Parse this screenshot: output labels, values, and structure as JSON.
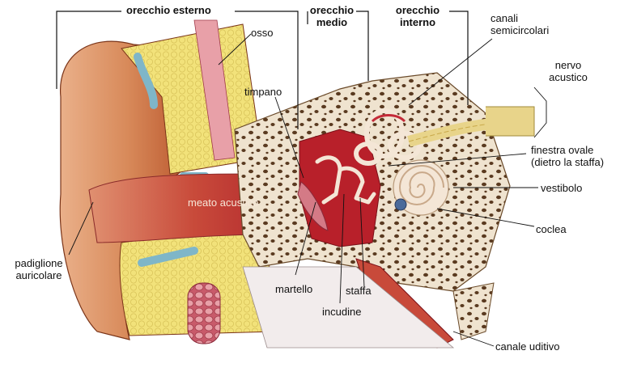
{
  "headers": {
    "outer_ear": "orecchio esterno",
    "middle_ear_line1": "orecchio",
    "middle_ear_line2": "medio",
    "inner_ear_line1": "orecchio",
    "inner_ear_line2": "interno"
  },
  "labels": {
    "bone": "osso",
    "eardrum": "timpano",
    "ear_canal": "meato acustico",
    "pinna_line1": "padiglione",
    "pinna_line2": "auricolare",
    "hammer": "martello",
    "anvil": "incudine",
    "stirrup": "staffa",
    "semicircular_line1": "canali",
    "semicircular_line2": "semicircolari",
    "nerve_line1": "nervo",
    "nerve_line2": "acustico",
    "oval_window_line1": "finestra ovale",
    "oval_window_line2": "(dietro la staffa)",
    "vestibule": "vestibolo",
    "cochlea": "coclea",
    "eustachian_tube": "canale uditivo"
  },
  "colors": {
    "skin": "#d88a5a",
    "skin_dark": "#b8532a",
    "canal_red": "#b8202a",
    "cartilage_yellow": "#f2e27a",
    "bone_beige": "#efe3cf",
    "bone_spots": "#5a3a20",
    "cartilage_blue": "#7fb6c8",
    "nerve_yellow": "#e8d48a",
    "muscle_pink": "#d47a86"
  }
}
